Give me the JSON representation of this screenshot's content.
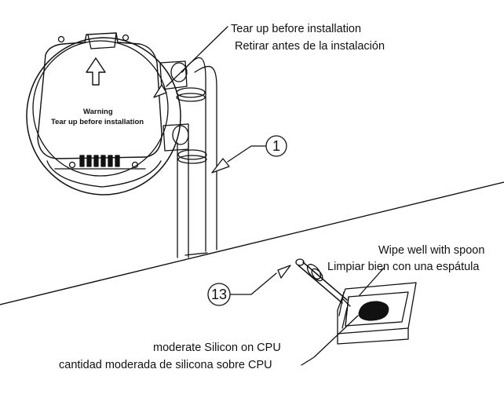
{
  "labels": {
    "tear_en": "Tear up before installation",
    "tear_es": "Retirar antes de la instalación",
    "warning_title": "Warning",
    "warning_text": "Tear up before installation",
    "wipe_en": "Wipe well with spoon",
    "wipe_es": "Limpiar bien con una espátula",
    "silicon_en": "moderate Silicon on CPU",
    "silicon_es": "cantidad moderada de silicona sobre CPU"
  },
  "callouts": {
    "part_1": "1",
    "part_13": "13"
  },
  "icons": {
    "arrow_on_cover": "up-arrow-icon"
  }
}
